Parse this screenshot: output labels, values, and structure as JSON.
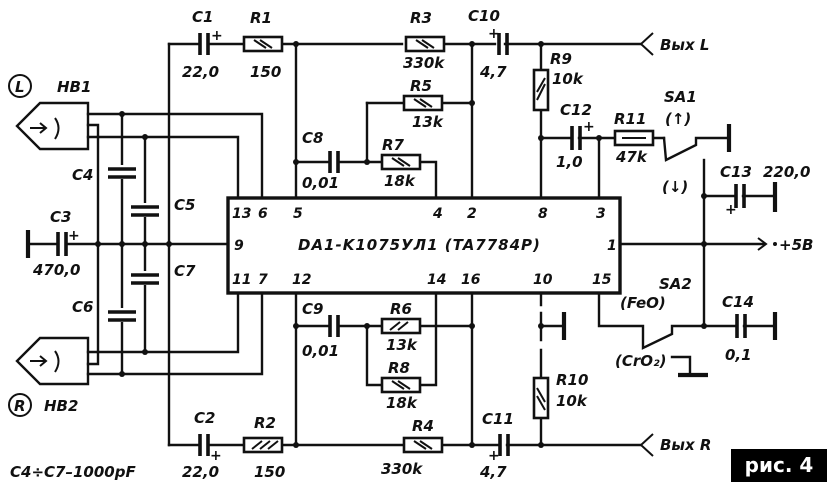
{
  "diagram": {
    "type": "circuit-schematic",
    "chip": {
      "ref": "DA1",
      "label": "DA1-K1075УЛ1 (TA7784P)",
      "pins": {
        "p13": "13",
        "p6": "6",
        "p5": "5",
        "p4": "4",
        "p2": "2",
        "p8": "8",
        "p3": "3",
        "p9": "9",
        "p1": "1",
        "p11": "11",
        "p7": "7",
        "p12": "12",
        "p14": "14",
        "p16": "16",
        "p10": "10",
        "p15": "15"
      }
    },
    "heads": [
      {
        "ref": "HB1",
        "channel": "L"
      },
      {
        "ref": "HB2",
        "channel": "R"
      }
    ],
    "components": {
      "C1": {
        "ref": "C1",
        "value": "22,0"
      },
      "C2": {
        "ref": "C2",
        "value": "22,0"
      },
      "C3": {
        "ref": "C3",
        "value": "470,0"
      },
      "C4": {
        "ref": "C4"
      },
      "C5": {
        "ref": "C5"
      },
      "C6": {
        "ref": "C6"
      },
      "C7": {
        "ref": "C7"
      },
      "C8": {
        "ref": "C8",
        "value": "0,01"
      },
      "C9": {
        "ref": "C9",
        "value": "0,01"
      },
      "C10": {
        "ref": "C10",
        "value": "4,7"
      },
      "C11": {
        "ref": "C11",
        "value": "4,7"
      },
      "C12": {
        "ref": "C12",
        "value": "1,0"
      },
      "C13": {
        "ref": "C13",
        "value": "220,0"
      },
      "C14": {
        "ref": "C14",
        "value": "0,1"
      },
      "R1": {
        "ref": "R1",
        "value": "150"
      },
      "R2": {
        "ref": "R2",
        "value": "150"
      },
      "R3": {
        "ref": "R3",
        "value": "330k"
      },
      "R4": {
        "ref": "R4",
        "value": "330k"
      },
      "R5": {
        "ref": "R5",
        "value": "13k"
      },
      "R6": {
        "ref": "R6",
        "value": "13k"
      },
      "R7": {
        "ref": "R7",
        "value": "18k"
      },
      "R8": {
        "ref": "R8",
        "value": "18k"
      },
      "R9": {
        "ref": "R9",
        "value": "10k"
      },
      "R10": {
        "ref": "R10",
        "value": "10k"
      },
      "R11": {
        "ref": "R11",
        "value": "47k"
      }
    },
    "switches": {
      "SA1": {
        "ref": "SA1",
        "pos_up": "(↑)",
        "pos_down": "(↓)"
      },
      "SA2": {
        "ref": "SA2",
        "pos_a": "(FeO)",
        "pos_b": "(CrO₂)"
      }
    },
    "outputs": {
      "left": "Вых L",
      "right": "Вых R",
      "supply": "+5В"
    },
    "plus_sign": "+",
    "note": "C4÷C7–1000pF",
    "figure_label": "рис. 4"
  }
}
